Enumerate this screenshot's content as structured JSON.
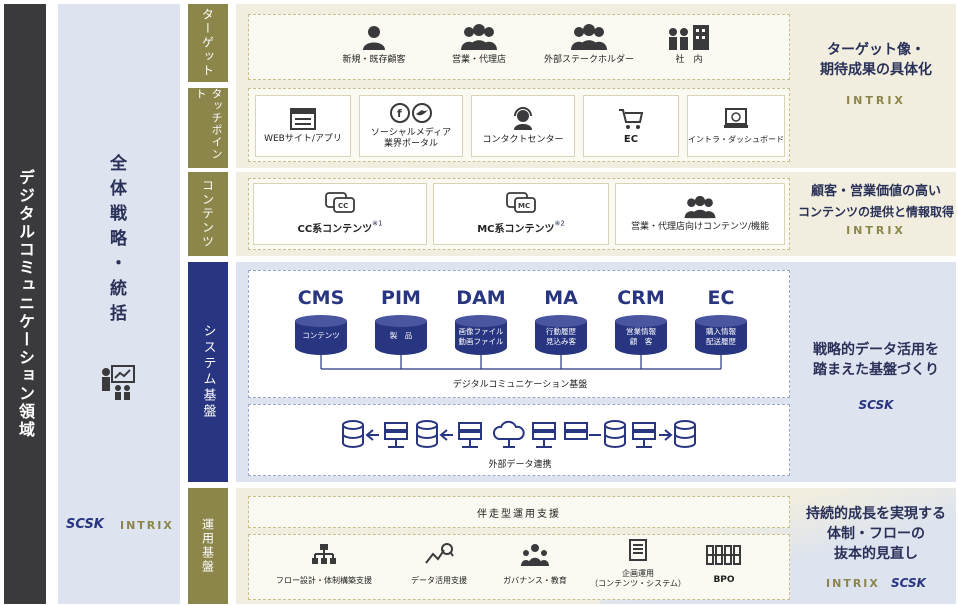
{
  "domain_label": "デジタルコミュニケーション領域",
  "strategy": {
    "title": "全体戦略・統括",
    "brand_scsk": "SCSK",
    "brand_intrix": "INTRIX",
    "icon": "presentation-icon"
  },
  "sections": {
    "target": {
      "tag": "ターゲット",
      "items": [
        {
          "label": "新規・既存顧客",
          "icon": "person-icon"
        },
        {
          "label": "営業・代理店",
          "icon": "group-icon"
        },
        {
          "label": "外部ステークホルダー",
          "icon": "group-icon"
        },
        {
          "label": "社　内",
          "icon": "office-people-icon"
        }
      ]
    },
    "touchpoint": {
      "tag": "タッチポイント",
      "items": [
        {
          "label": "WEBサイト/アプリ",
          "icon": "browser-icon"
        },
        {
          "label": "ソーシャルメディア\n業界ポータル",
          "icon": "social-icon"
        },
        {
          "label": "コンタクトセンター",
          "icon": "headset-icon"
        },
        {
          "label": "EC",
          "icon": "cart-icon"
        },
        {
          "label": "イントラ・ダッシュボード",
          "icon": "dashboard-icon"
        }
      ],
      "right_title_1": "ターゲット像・",
      "right_title_2": "期待成果の具体化",
      "right_brand": "INTRIX"
    },
    "contents": {
      "tag": "コンテンツ",
      "items": [
        {
          "label": "CC系コンテンツ",
          "note": "※1",
          "icon": "cc-bubble-icon"
        },
        {
          "label": "MC系コンテンツ",
          "note": "※2",
          "icon": "mc-bubble-icon"
        },
        {
          "label": "営業・代理店向けコンテンツ/機能",
          "note": "",
          "icon": "group-icon"
        }
      ],
      "right_title_1": "顧客・営業価値の高い",
      "right_title_2": "コンテンツの提供と情報取得",
      "right_brand": "INTRIX"
    },
    "system": {
      "tag": "システム基盤",
      "systems": [
        {
          "name": "CMS",
          "db": "コンテンツ"
        },
        {
          "name": "PIM",
          "db": "製　品"
        },
        {
          "name": "DAM",
          "db": "画像ファイル\n動画ファイル"
        },
        {
          "name": "MA",
          "db": "行動履歴\n見込み客"
        },
        {
          "name": "CRM",
          "db": "営業情報\n顧　客"
        },
        {
          "name": "EC",
          "db": "購入情報\n配送履歴"
        }
      ],
      "platform_label": "デジタルコミュニケーション基盤",
      "external_label": "外部データ連携",
      "right_title_1": "戦略的データ活用を",
      "right_title_2": "踏まえた基盤づくり",
      "right_brand": "SCSK"
    },
    "operation": {
      "tag": "運用基盤",
      "support_label": "伴走型運用支援",
      "items": [
        {
          "label": "フロー設計・体制構築支援",
          "icon": "org-chart-icon"
        },
        {
          "label": "データ活用支援",
          "icon": "analytics-icon"
        },
        {
          "label": "ガバナンス・教育",
          "icon": "team-icon"
        },
        {
          "label": "企画運用\n（コンテンツ・システム）",
          "icon": "document-icon"
        },
        {
          "label": "BPO",
          "icon": "people-row-icon"
        }
      ],
      "right_title_1": "持続的成長を実現する",
      "right_title_2": "体制・フローの",
      "right_title_3": "抜本的見直し",
      "right_brand_1": "INTRIX",
      "right_brand_2": "SCSK"
    }
  },
  "colors": {
    "navy": "#283580",
    "gold": "#8d864b",
    "cream": "#f1eedf",
    "lightblue": "#dde3ef"
  }
}
